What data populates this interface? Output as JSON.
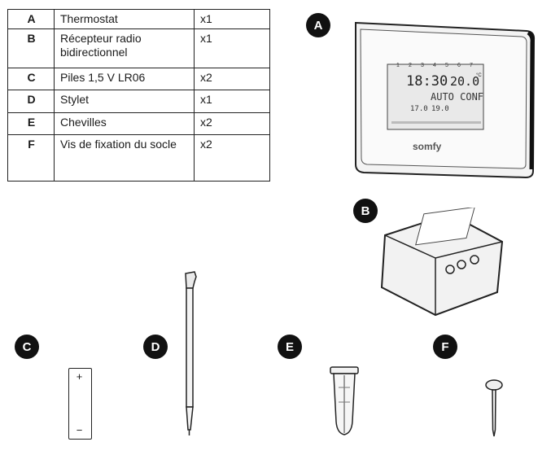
{
  "table": {
    "rows": [
      {
        "letter": "A",
        "name": "Thermostat",
        "qty": "x1"
      },
      {
        "letter": "B",
        "name": "Récepteur radio bidirectionnel",
        "qty": "x1"
      },
      {
        "letter": "C",
        "name": "Piles 1,5 V LR06",
        "qty": "x2"
      },
      {
        "letter": "D",
        "name": "Stylet",
        "qty": "x1"
      },
      {
        "letter": "E",
        "name": "Chevilles",
        "qty": "x2"
      },
      {
        "letter": "F",
        "name": "Vis de fixation du socle",
        "qty": "x2"
      }
    ]
  },
  "badges": {
    "a": "A",
    "b": "B",
    "c": "C",
    "d": "D",
    "e": "E",
    "f": "F"
  },
  "thermostat": {
    "days": [
      "1",
      "2",
      "3",
      "4",
      "5",
      "6",
      "7"
    ],
    "time": "18:30",
    "temp": "20.0",
    "temp_unit": "°C",
    "mode": "AUTO CONF",
    "temp_low": "17.0",
    "temp_high": "19.0",
    "brand": "somfy"
  },
  "battery": {
    "plus": "+",
    "minus": "−"
  }
}
